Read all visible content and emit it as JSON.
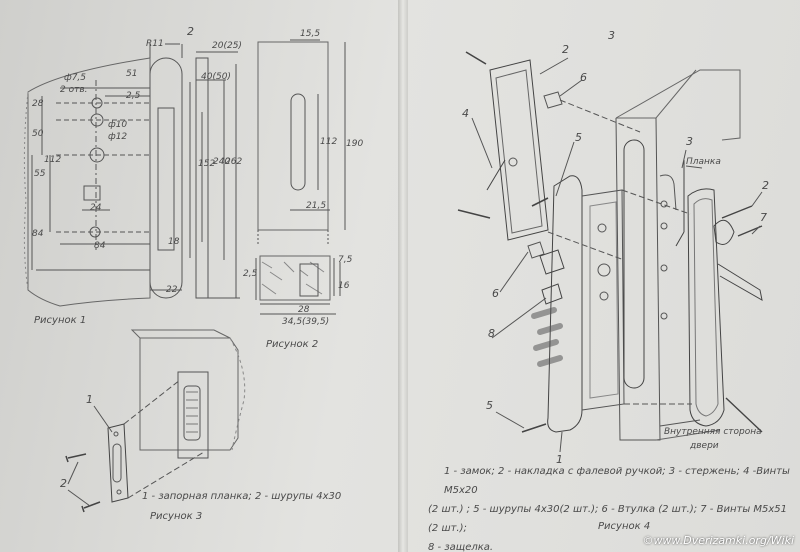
{
  "figure1": {
    "caption": "Рисунок 1",
    "dims": {
      "r11": "R11",
      "n2": "2",
      "d20": "20(25)",
      "d40": "40(50)",
      "d51": "51",
      "d7_5": "ф7,5",
      "two_holes": "2 отв.",
      "d2_5": "2,5",
      "d28": "28",
      "d50": "50",
      "d10": "ф10",
      "d12": "ф12",
      "d112": "112",
      "d55": "55",
      "d152": "152",
      "d240": "240",
      "d262": "262",
      "d84v": "84",
      "d24": "24",
      "d84h": "84",
      "d18": "18",
      "d22": "22"
    }
  },
  "figure2": {
    "caption": "Рисунок 2",
    "dims": {
      "d15_5": "15,5",
      "d190": "190",
      "d112": "112",
      "d21_5": "21,5",
      "d7_5": "7,5",
      "d2_5": "2,5",
      "d16": "16",
      "d28": "28",
      "d34_5": "34,5(39,5)"
    }
  },
  "figure3": {
    "caption": "Рисунок 3",
    "callout1": "1",
    "callout2": "2",
    "legend": "1 - запорная планка; 2 - шурупы 4х30"
  },
  "figure4": {
    "caption": "Рисунок 4",
    "callouts": [
      "3",
      "2",
      "6",
      "4",
      "5",
      "6",
      "8",
      "5",
      "1",
      "3",
      "2",
      "7"
    ],
    "label_plank": "Планка",
    "label_inner1": "Внутренняя сторона",
    "label_inner2": "двери",
    "legend_line1": "1 - замок; 2 - накладка с фалевой ручкой; 3 - стержень; 4 -Винты М5х20",
    "legend_line2": "(2 шт.) ; 5 - шурупы 4х30(2 шт.); 6 - Втулка (2 шт.); 7 - Винты М5х51 (2 шт.);",
    "legend_line3": "8 - защелка."
  },
  "watermark": "©www.Dverizamki.org/Wiki"
}
